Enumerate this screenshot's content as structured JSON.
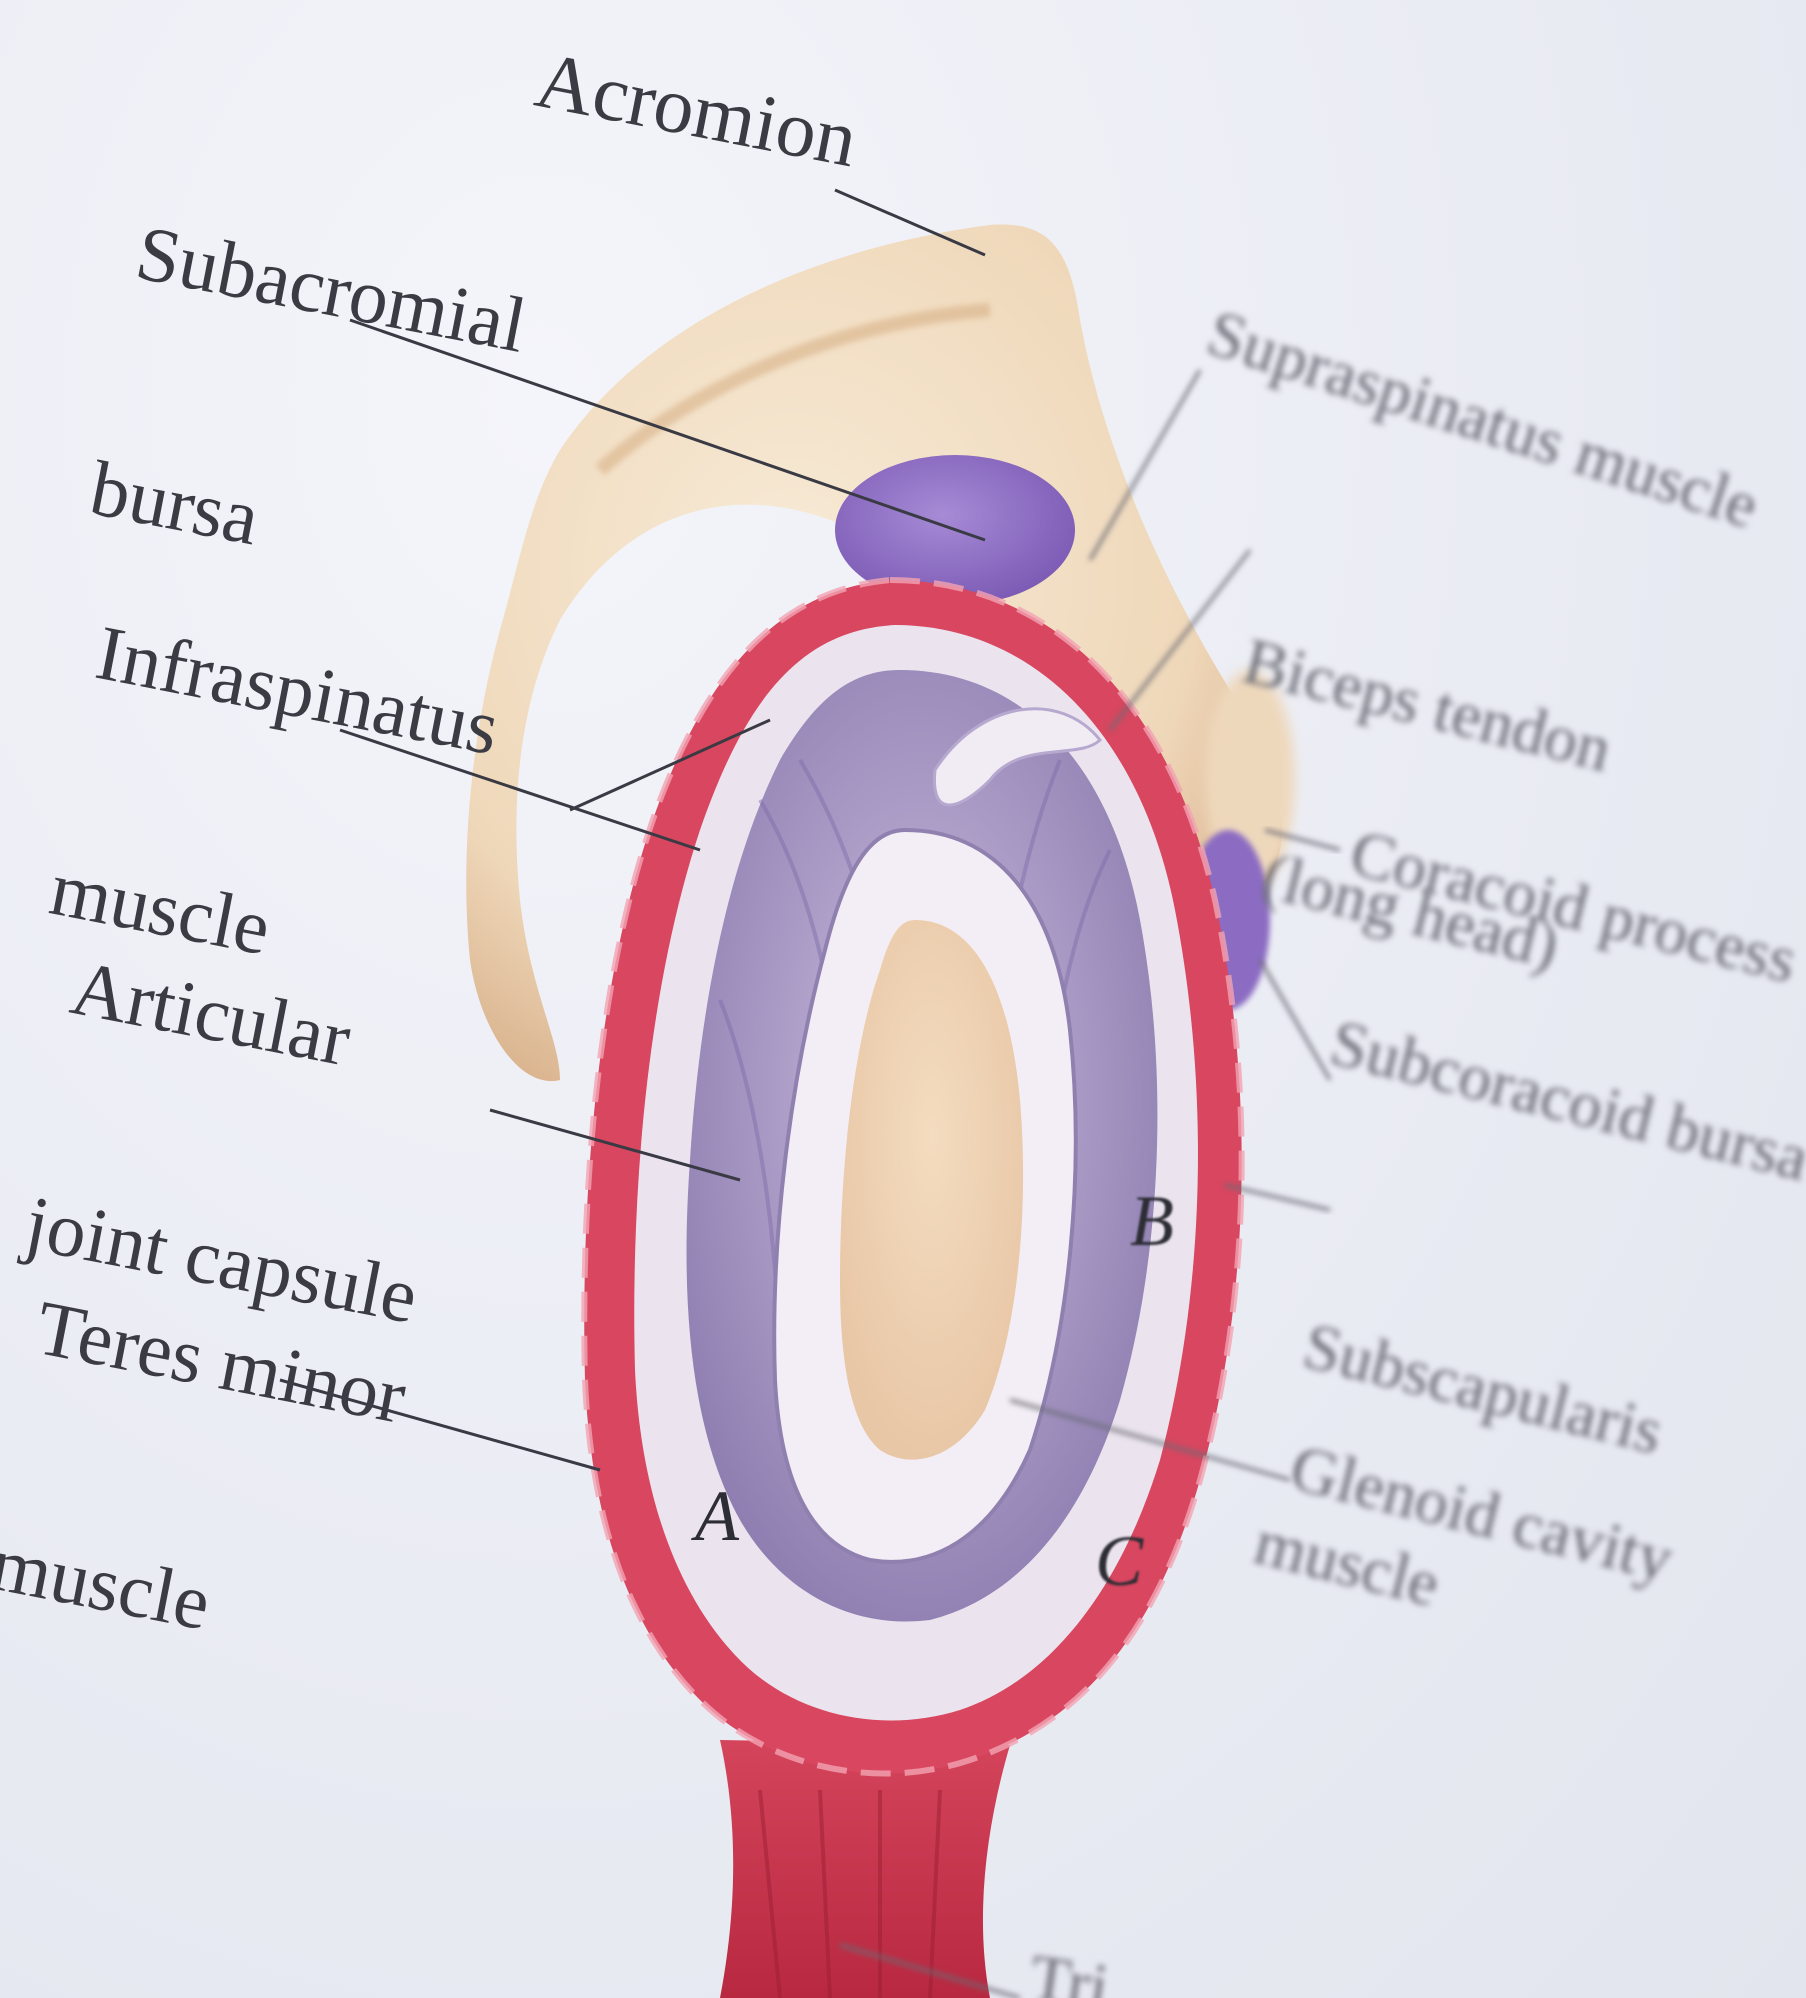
{
  "labels": {
    "acromion": "Acromion",
    "subacromial_bursa": [
      "Subacromial",
      "bursa"
    ],
    "infraspinatus": [
      "Infraspinatus",
      "muscle"
    ],
    "articular_capsule": [
      "Articular",
      "joint capsule"
    ],
    "teres_minor": [
      "Teres minor",
      "muscle"
    ],
    "supraspinatus": "Supraspinatus muscle",
    "biceps_tendon": [
      "Biceps tendon",
      "(long head)"
    ],
    "coracoid": "Coracoid process",
    "subcoracoid_bursa": "Subcoracoid bursa",
    "subscapularis": [
      "Subscapularis",
      "muscle"
    ],
    "glenoid": "Glenoid cavity",
    "triceps_partial": "Tri"
  },
  "regions": {
    "a": "A",
    "b": "B",
    "c": "C"
  },
  "colors": {
    "bone": "#f1dcc0",
    "bone_shadow": "#d9b48c",
    "bursa": "#8f6fc4",
    "capsule_muscle": "#d8465f",
    "labrum": "#ece6ef",
    "cartilage": "#a99bc4",
    "glenoid_fossa": "#f0d4b6",
    "triceps": "#c8324a"
  }
}
